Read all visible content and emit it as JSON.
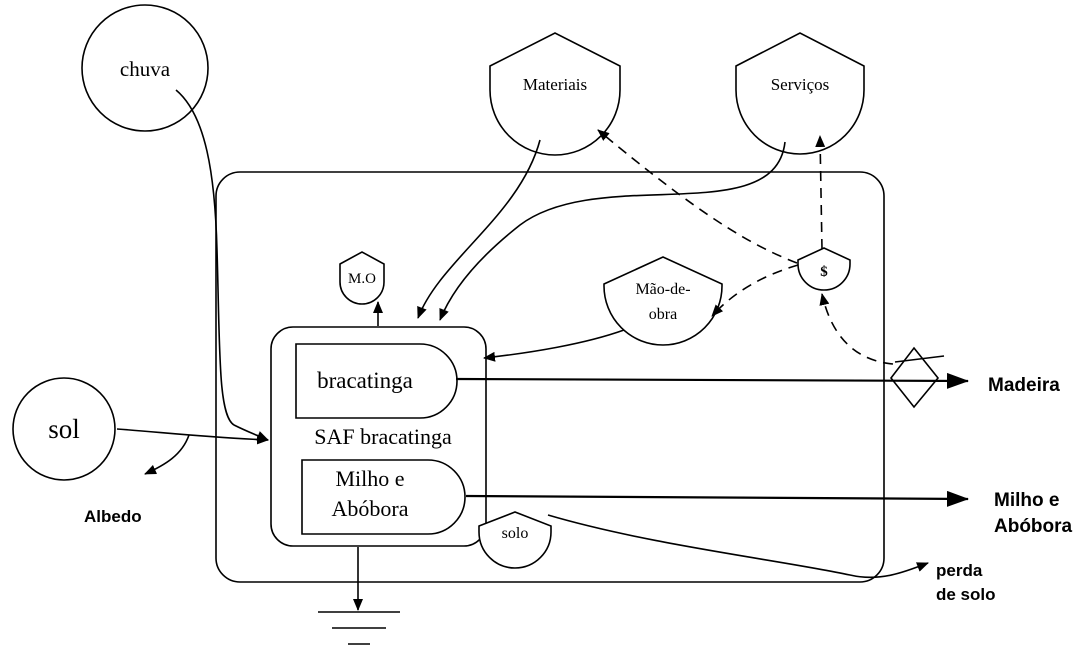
{
  "labels": {
    "chuva": "chuva",
    "sol": "sol",
    "albedo": "Albedo",
    "materiais": "Materiais",
    "servicos": "Serviços",
    "mo": "M.O",
    "mao_de_obra_line1": "Mão-de-",
    "mao_de_obra_line2": "obra",
    "dinheiro": "$",
    "bracatinga": "bracatinga",
    "saf": "SAF bracatinga",
    "milho_line1": "Milho e",
    "milho_line2": "Abóbora",
    "solo": "solo",
    "madeira": "Madeira",
    "out_milho_line1": "Milho e",
    "out_milho_line2": "Abóbora",
    "perda_line1": "perda",
    "perda_line2": "de solo"
  }
}
